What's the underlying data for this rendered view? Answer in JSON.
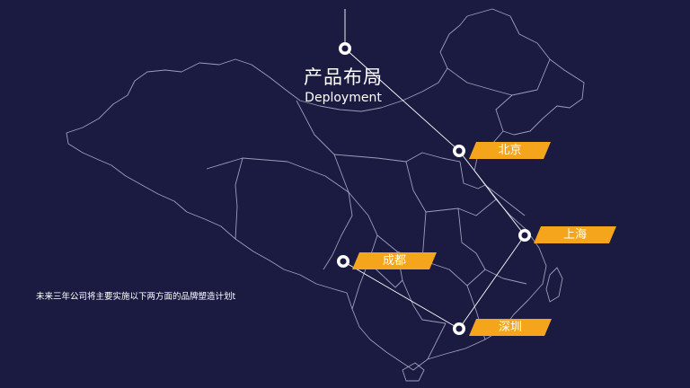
{
  "slide": {
    "title": "产品布局",
    "subtitle": "Deployment",
    "description": "未来三年公司将主要实施以下两方面的品牌塑造计划t"
  },
  "cities": [
    {
      "name": "北京"
    },
    {
      "name": "上海"
    },
    {
      "name": "成都"
    },
    {
      "name": "深圳"
    }
  ],
  "colors": {
    "background": "#1b1b41",
    "map_outline": "#c5c9e2",
    "label_fill": "#f5a51b",
    "text": "#ffffff"
  }
}
